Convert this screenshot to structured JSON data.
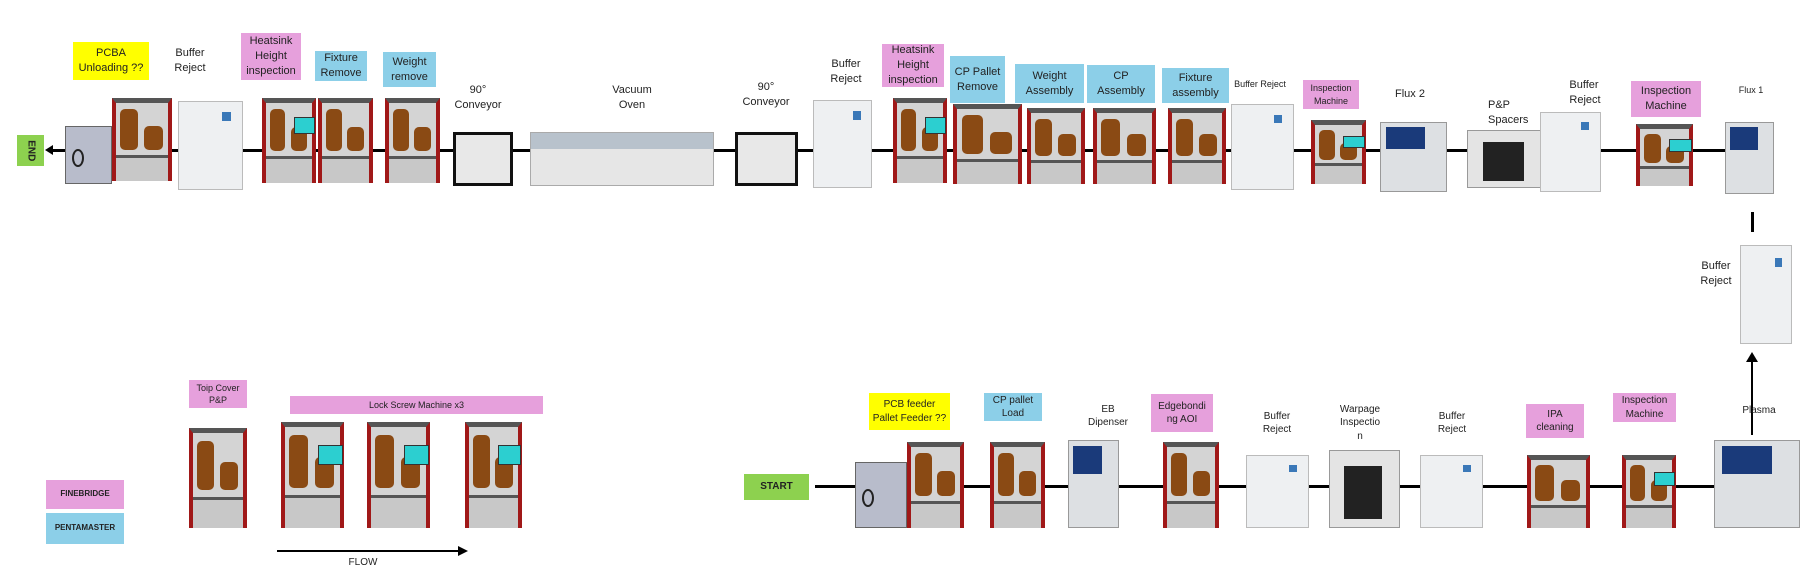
{
  "top_row": {
    "end": "END",
    "labels": [
      "PCBA\nUnloading ??",
      "Buffer\nReject",
      "Heatsink\nHeight\ninspection",
      "Fixture\nRemove",
      "Weight\nremove",
      "90°\nConveyor",
      "Vacuum\nOven",
      "90°\nConveyor",
      "Buffer\nReject",
      "Heatsink\nHeight\ninspection",
      "CP Pallet\nRemove",
      "Weight\nAssembly",
      "CP\nAssembly",
      "Fixture\nassembly",
      "Buffer Reject",
      "Inspection\nMachine",
      "Flux 2",
      "P&P\nSpacers",
      "Buffer\nReject",
      "Inspection\nMachine",
      "Flux 1"
    ]
  },
  "right_column": {
    "labels": [
      "Buffer\nReject"
    ]
  },
  "bottom_row": {
    "start": "START",
    "labels": [
      "PCB feeder\nPallet Feeder ??",
      "CP pallet\nLoad",
      "EB\nDipenser",
      "Edgebondi\nng AOI",
      "Buffer\nReject",
      "Warpage\nInspectio\nn",
      "Buffer\nReject",
      "IPA\ncleaning",
      "Inspection\nMachine",
      "Plasma"
    ]
  },
  "bottom_left": {
    "labels": [
      "Toip Cover\nP&P",
      "Lock Screw Machine x3"
    ],
    "flow": "FLOW"
  },
  "legend": {
    "finebridge": "FINEBRIDGE",
    "pentamaster": "PENTAMASTER"
  },
  "colors": {
    "finebridge": "#e6a0dc",
    "pentamaster": "#8ccfe8",
    "tbd": "#ffff00",
    "terminal": "#8dd14f"
  }
}
